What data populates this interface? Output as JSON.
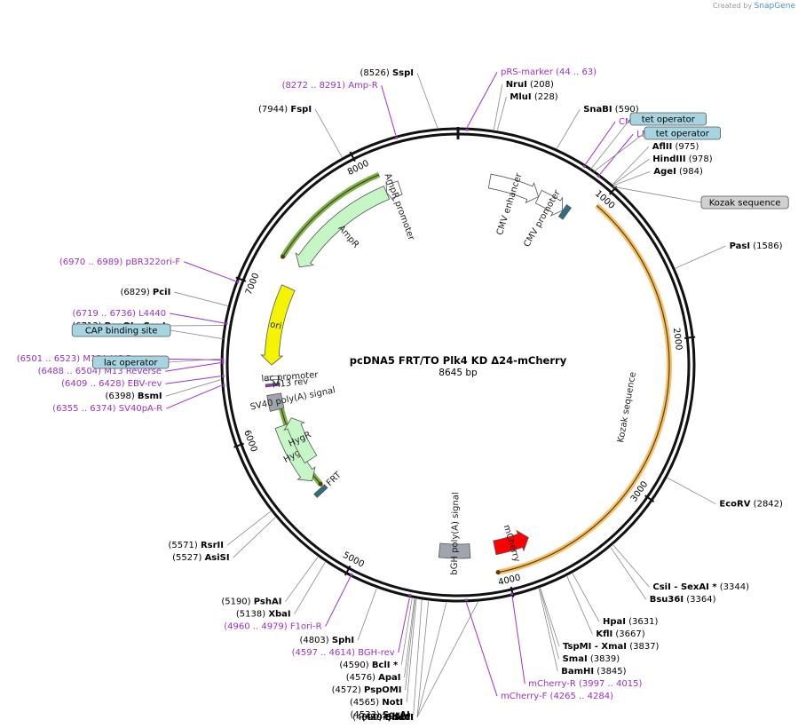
{
  "credit": {
    "created_by": "Created by",
    "brand": "SnapGene"
  },
  "plasmid": {
    "name": "pcDNA5 FRT/TO Plk4 KD Δ24-mCherry",
    "length_label": "8645 bp",
    "length": 8645
  },
  "ticks": [
    {
      "bp": 1000,
      "label": "1000"
    },
    {
      "bp": 2000,
      "label": "2000"
    },
    {
      "bp": 3000,
      "label": "3000"
    },
    {
      "bp": 4000,
      "label": "4000"
    },
    {
      "bp": 5000,
      "label": "5000"
    },
    {
      "bp": 6000,
      "label": "6000"
    },
    {
      "bp": 7000,
      "label": "7000"
    },
    {
      "bp": 8000,
      "label": "8000"
    }
  ],
  "features": [
    {
      "name": "AmpR",
      "start": 7244,
      "end": 8104,
      "dir": -1,
      "ring": 1,
      "color": "#c6f6c6",
      "label": "AmpR"
    },
    {
      "name": "AmpR promoter",
      "start": 8105,
      "end": 8209,
      "dir": -1,
      "ring": 1,
      "color": "#ffffff",
      "label": "AmpR promoter"
    },
    {
      "name": "CMV enhancer",
      "start": 235,
      "end": 614,
      "dir": 1,
      "ring": 1,
      "color": "#ffffff",
      "label": "CMV enhancer"
    },
    {
      "name": "CMV promoter",
      "start": 615,
      "end": 818,
      "dir": 1,
      "ring": 1,
      "color": "#ffffff",
      "label": "CMV promoter"
    },
    {
      "name": "ori",
      "start": 6483,
      "end": 7071,
      "dir": -1,
      "ring": 1,
      "color": "#f4f400",
      "label": "ori"
    },
    {
      "name": "HygR",
      "start": 5560,
      "end": 6024,
      "dir": -1,
      "ring": 1,
      "color": "#c6f6c6",
      "label": "HygR"
    },
    {
      "name": "HygR2",
      "start": 5700,
      "end": 6060,
      "dir": 1,
      "ring": 2,
      "color": "#c6f6c6",
      "label": "HygR"
    },
    {
      "name": "mCherry",
      "start": 3790,
      "end": 4050,
      "dir": -1,
      "ring": 1,
      "color": "#ff0000",
      "label": "mCherry"
    },
    {
      "name": "bGH poly(A) signal",
      "start": 4235,
      "end": 4460,
      "dir": 0,
      "ring": 1,
      "color": "#a0a5ad",
      "label": "bGH poly(A) signal"
    },
    {
      "name": "SV40 poly(A) signal",
      "start": 6150,
      "end": 6265,
      "dir": 0,
      "ring": 1,
      "color": "#a0a5ad",
      "label": "SV40 poly(A) signal"
    },
    {
      "name": "FRT",
      "start": 5445,
      "end": 5478,
      "dir": 0,
      "ring": 1,
      "color": "#2e6e82",
      "label": "FRT"
    },
    {
      "name": "tet operator",
      "start": 820,
      "end": 859,
      "dir": 0,
      "ring": 1,
      "color": "#2e6e82",
      "label": ""
    },
    {
      "name": "lac promoter",
      "start": 6374,
      "end": 6400,
      "dir": 0,
      "ring": 1,
      "color": "#ffffff",
      "label": "lac promoter"
    },
    {
      "name": "M13 rev",
      "start": 6326,
      "end": 6345,
      "dir": 0,
      "ring": 1,
      "color": "#9b30c8",
      "label": "M13 rev"
    }
  ],
  "orfs": [
    {
      "name": "orf-kozak",
      "start": 985,
      "end": 4060,
      "dir": 1
    },
    {
      "name": "orf-amp",
      "start": 7244,
      "end": 8104,
      "dir": -1
    },
    {
      "name": "orf-hyg",
      "start": 5500,
      "end": 6200,
      "dir": -1
    }
  ],
  "kozak_inner_label": "Kozak sequence",
  "left_boxes": [
    {
      "label": "CAP binding site",
      "bp": 6635
    },
    {
      "label": "lac operator",
      "bp": 6520
    }
  ],
  "right_boxes": [
    {
      "label": "tet operator",
      "bp": 820
    },
    {
      "label": "tet operator",
      "bp": 842
    },
    {
      "label": "Kozak sequence",
      "bp": 985
    }
  ],
  "sites": [
    {
      "name": "SspI",
      "pos": "(8526)",
      "bp": 8526,
      "side": "L"
    },
    {
      "name": "NruI",
      "pos": "(208)",
      "bp": 208,
      "side": "R"
    },
    {
      "name": "MluI",
      "pos": "(228)",
      "bp": 228,
      "side": "R"
    },
    {
      "name": "SnaBI",
      "pos": "(590)",
      "bp": 590,
      "side": "R"
    },
    {
      "name": "FspI",
      "pos": "(7944)",
      "bp": 7944,
      "side": "L"
    },
    {
      "name": "AflII",
      "pos": "(975)",
      "bp": 975,
      "side": "R"
    },
    {
      "name": "HindIII",
      "pos": "(978)",
      "bp": 978,
      "side": "R"
    },
    {
      "name": "AgeI",
      "pos": "(984)",
      "bp": 984,
      "side": "R"
    },
    {
      "name": "PasI",
      "pos": "(1586)",
      "bp": 1586,
      "side": "R"
    },
    {
      "name": "PciI",
      "pos": "(6829)",
      "bp": 6829,
      "side": "L"
    },
    {
      "name": "BspQI - SapI",
      "pos": "(6713)",
      "bp": 6713,
      "side": "L"
    },
    {
      "name": "BsmI",
      "pos": "(6398)",
      "bp": 6398,
      "side": "L"
    },
    {
      "name": "EcoRV",
      "pos": "(2842)",
      "bp": 2842,
      "side": "R"
    },
    {
      "name": "RsrII",
      "pos": "(5571)",
      "bp": 5571,
      "side": "L"
    },
    {
      "name": "AsiSI",
      "pos": "(5527)",
      "bp": 5527,
      "side": "L"
    },
    {
      "name": "PshAI",
      "pos": "(5190)",
      "bp": 5190,
      "side": "L"
    },
    {
      "name": "XbaI",
      "pos": "(5138)",
      "bp": 5138,
      "side": "L"
    },
    {
      "name": "CsiI - SexAI *",
      "pos": "(3344)",
      "bp": 3344,
      "side": "R"
    },
    {
      "name": "Bsu36I",
      "pos": "(3364)",
      "bp": 3364,
      "side": "R"
    },
    {
      "name": "HpaI",
      "pos": "(3631)",
      "bp": 3631,
      "side": "R"
    },
    {
      "name": "KflI",
      "pos": "(3667)",
      "bp": 3667,
      "side": "R"
    },
    {
      "name": "SphI",
      "pos": "(4803)",
      "bp": 4803,
      "side": "L"
    },
    {
      "name": "TspMI - XmaI",
      "pos": "(3837)",
      "bp": 3837,
      "side": "R"
    },
    {
      "name": "SmaI",
      "pos": "(3839)",
      "bp": 3839,
      "side": "R"
    },
    {
      "name": "BamHI",
      "pos": "(3845)",
      "bp": 3845,
      "side": "R"
    },
    {
      "name": "BclI *",
      "pos": "(4590)",
      "bp": 4590,
      "side": "L"
    },
    {
      "name": "ApaI",
      "pos": "(4576)",
      "bp": 4576,
      "side": "L"
    },
    {
      "name": "PspOMI",
      "pos": "(4572)",
      "bp": 4572,
      "side": "L"
    },
    {
      "name": "NotI",
      "pos": "(4565)",
      "bp": 4565,
      "side": "L"
    },
    {
      "name": "SgrAI",
      "pos": "(4533)",
      "bp": 4533,
      "side": "L"
    },
    {
      "name": "AleI",
      "pos": "(4494)",
      "bp": 4494,
      "side": "L"
    },
    {
      "name": "BbvCI",
      "pos": "(4390)",
      "bp": 4390,
      "side": "L"
    },
    {
      "name": "SbfI",
      "pos": "(4207)",
      "bp": 4207,
      "side": "L"
    }
  ],
  "primers": [
    {
      "name": "pRS-marker",
      "range": "(44 .. 63)",
      "bp": 53,
      "side": "R"
    },
    {
      "name": "Amp-R",
      "range": "(8272 .. 8291)",
      "bp": 8281,
      "side": "L"
    },
    {
      "name": "CMV-F",
      "range": "(769 .. 789)",
      "bp": 779,
      "side": "R"
    },
    {
      "name": "LNCX",
      "range": "(869 .. 893)",
      "bp": 881,
      "side": "R"
    },
    {
      "name": "pBR322ori-F",
      "range": "(6970 .. 6989)",
      "bp": 6979,
      "side": "L"
    },
    {
      "name": "L4440",
      "range": "(6719 .. 6736)",
      "bp": 6727,
      "side": "L"
    },
    {
      "name": "M13/pUC Reverse",
      "range": "(6501 .. 6523)",
      "bp": 6512,
      "side": "L"
    },
    {
      "name": "M13 Reverse",
      "range": "(6488 .. 6504)",
      "bp": 6496,
      "side": "L"
    },
    {
      "name": "EBV-rev",
      "range": "(6409 .. 6428)",
      "bp": 6418,
      "side": "L"
    },
    {
      "name": "SV40pA-R",
      "range": "(6355 .. 6374)",
      "bp": 6364,
      "side": "L"
    },
    {
      "name": "F1ori-R",
      "range": "(4960 .. 4979)",
      "bp": 4969,
      "side": "L"
    },
    {
      "name": "BGH-rev",
      "range": "(4597 .. 4614)",
      "bp": 4605,
      "side": "L"
    },
    {
      "name": "mCherry-R",
      "range": "(3997 .. 4015)",
      "bp": 4006,
      "side": "R"
    },
    {
      "name": "mCherry-F",
      "range": "(4265 .. 4284)",
      "bp": 4274,
      "side": "R"
    }
  ]
}
